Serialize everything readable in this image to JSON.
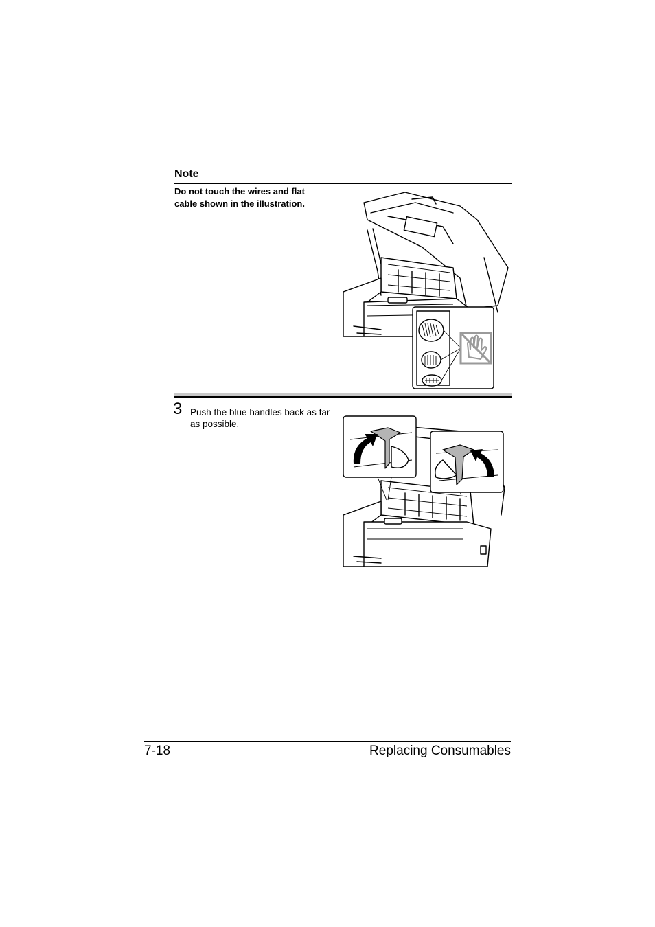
{
  "note": {
    "heading": "Note",
    "text": "Do not touch the wires and flat cable shown in the illustration."
  },
  "step": {
    "number": "3",
    "text": "Push the blue handles back as far as possible."
  },
  "footer": {
    "page_number": "7-18",
    "section_title": "Replacing Consumables"
  },
  "illustrations": {
    "note_figure_icon": "do-not-touch-hand-icon",
    "step_figure_icon": "push-arrow-icon"
  }
}
